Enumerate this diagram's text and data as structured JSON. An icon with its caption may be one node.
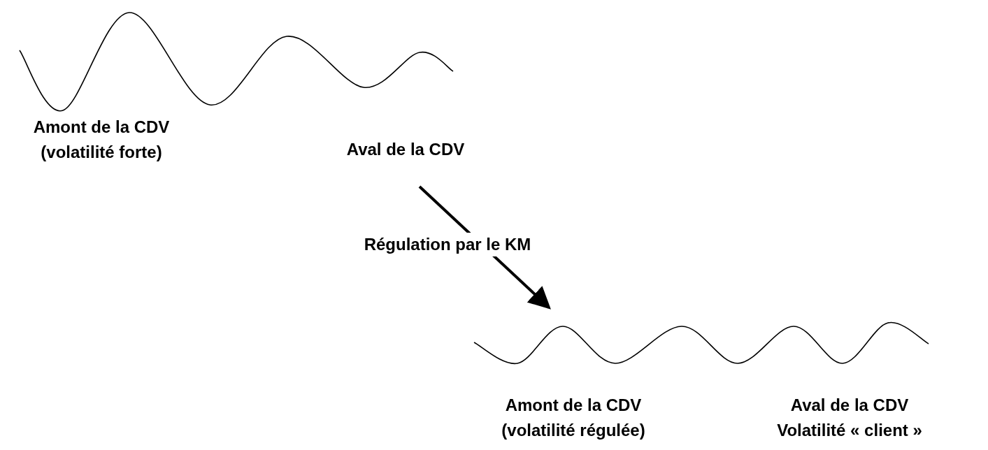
{
  "diagram": {
    "nodes": [
      {
        "text": [
          "Amont de la CDV (volatilité forte)",
          "Aval de la CDV"
        ]
      },
      {
        "text": [
          "Amont de la CDV (volatilité régulée)",
          "Aval de la CDV Volatilité « client »"
        ]
      }
    ],
    "edges": [
      {
        "from": 0,
        "to": 1,
        "arrow": "to",
        "label": "Régulation par le KM"
      }
    ]
  }
}
